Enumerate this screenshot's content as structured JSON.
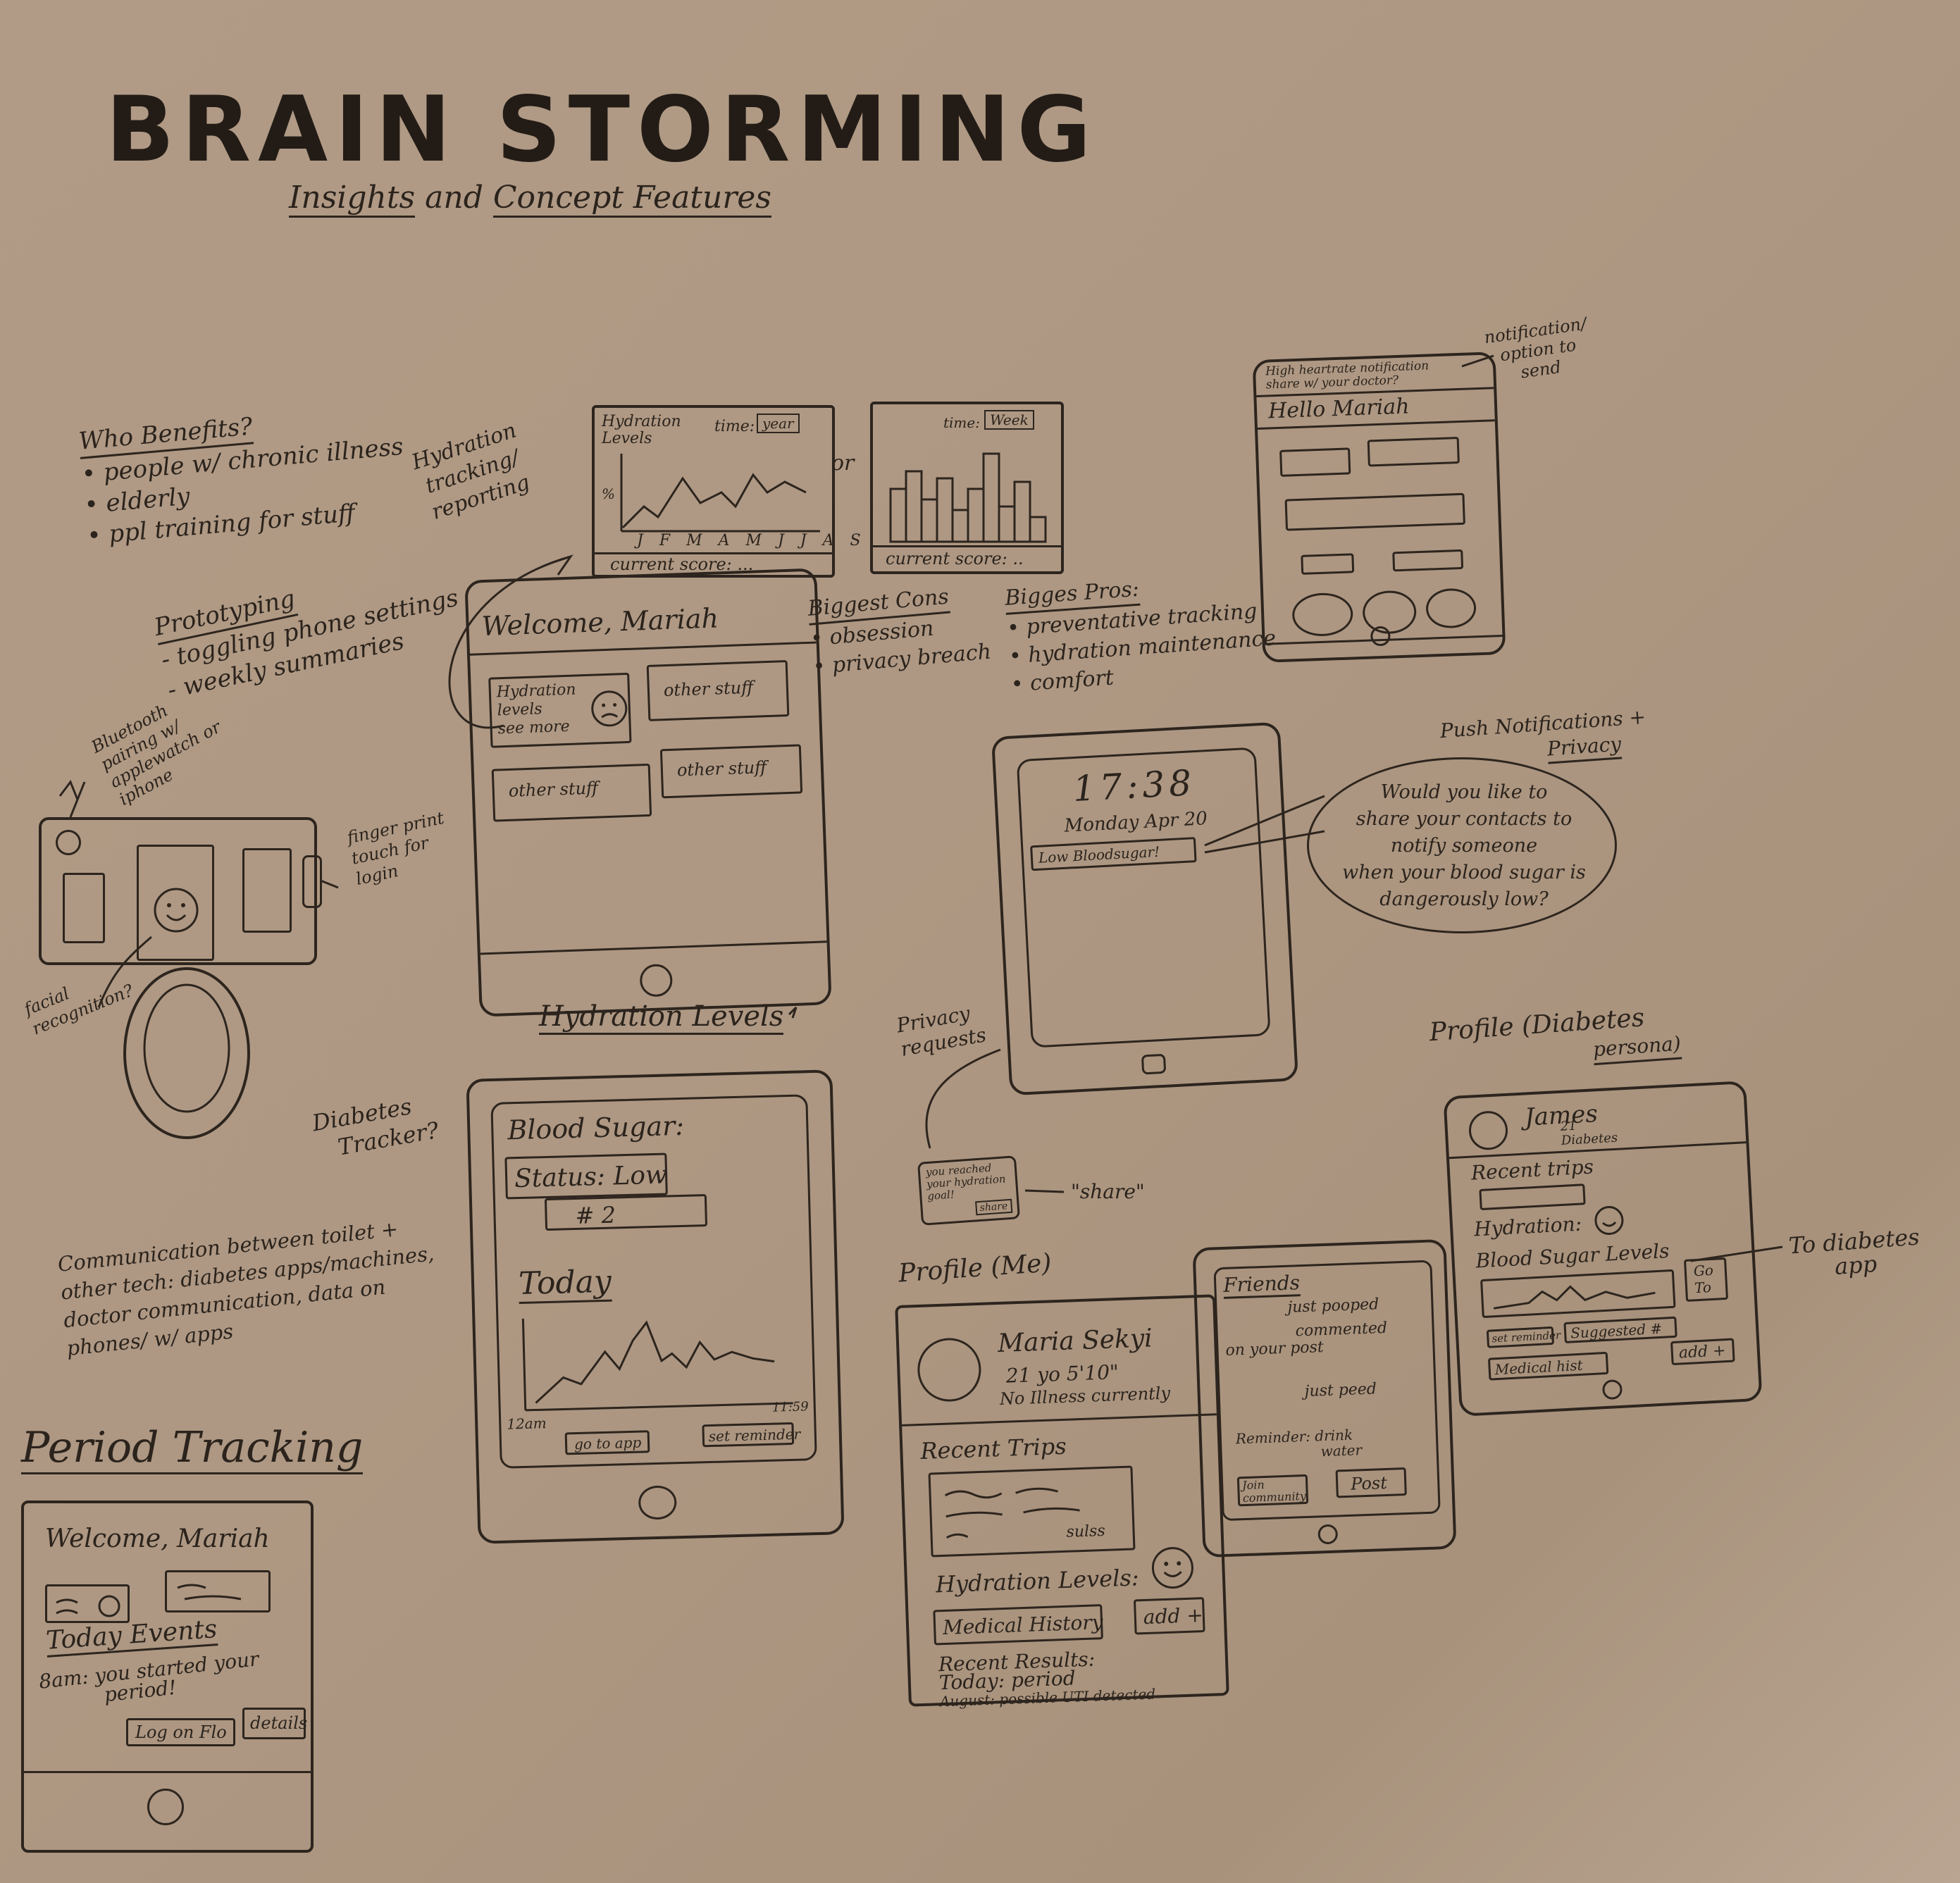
{
  "title": "BRAIN STORMING",
  "subtitle": {
    "insights": "Insights",
    "and": "and",
    "concept": "Concept Features"
  },
  "who_benefits": {
    "heading": "Who Benefits?",
    "items": [
      "• people w/ chronic illness",
      "• elderly",
      "• ppl training for stuff"
    ]
  },
  "prototyping": {
    "heading": "Prototyping",
    "items": [
      "- toggling phone settings",
      "- weekly summaries"
    ]
  },
  "hydration_tracking_note": [
    "Hydration",
    "tracking/",
    "reporting"
  ],
  "chart_year": {
    "label": [
      "Hydration",
      "Levels"
    ],
    "time_label": "time:",
    "time_value": "year",
    "months": "J F M A M J J A S",
    "y_tick": "%",
    "score": "current score: ..."
  },
  "or_text": "or",
  "chart_week": {
    "time_label": "time:",
    "time_value": "Week",
    "score": "current score: .."
  },
  "welcome_screen": {
    "greeting": "Welcome, Mariah",
    "hydration_card": [
      "Hydration",
      "levels",
      "see more"
    ],
    "other_1": "other stuff",
    "other_2": "other stuff",
    "other_3": "other stuff",
    "caption": "Hydration Levels"
  },
  "biggest_cons": {
    "heading": "Biggest Cons",
    "items": [
      "• obsession",
      "• privacy breach"
    ]
  },
  "biggest_pros": {
    "heading": "Bigges Pros:",
    "items": [
      "• preventative tracking",
      "• hydration maintenance",
      "• comfort"
    ]
  },
  "hello_screen": {
    "banner": [
      "High heartrate notification",
      "share w/ your doctor?"
    ],
    "greeting": "Hello Mariah",
    "note": [
      "notification/",
      "option to",
      "send"
    ]
  },
  "lock_screen": {
    "time": "17:38",
    "date": "Monday Apr 20",
    "alert": "Low Bloodsugar!",
    "section_label": [
      "Push Notifications +",
      "Privacy"
    ],
    "bubble": [
      "Would you like to",
      "share your contacts to",
      "notify someone",
      "when your blood sugar is",
      "dangerously low?"
    ]
  },
  "toilet": {
    "bluetooth_note": [
      "Bluetooth",
      "pairing w/",
      "applewatch or",
      "iphone"
    ],
    "fingerprint_note": [
      "finger print",
      "touch for",
      "login"
    ],
    "facial_note": [
      "facial",
      "recognition?"
    ]
  },
  "diabetes_tracker_note": [
    "Diabetes",
    "Tracker?"
  ],
  "communication_note": [
    "Communication between toilet +",
    "other tech: diabetes apps/machines,",
    "doctor communication, data on",
    "phones/ w/ apps"
  ],
  "blood_sugar_screen": {
    "title": "Blood Sugar:",
    "status": "Status: Low",
    "number": "# 2",
    "today": "Today",
    "x_start": "12am",
    "x_end": "11:59",
    "btn_app": "go to app",
    "btn_reminder": "set reminder"
  },
  "privacy_requests": {
    "note": [
      "Privacy",
      "requests"
    ],
    "toast": [
      "you reached",
      "your hydration",
      "goal!"
    ],
    "toast_btn": "share",
    "share_label": "\"share\""
  },
  "profile_me": {
    "heading": "Profile (Me)",
    "name": "Maria Sekyi",
    "details": "21 yo 5'10\"",
    "health": "No Illness currently",
    "recent_trips": "Recent Trips",
    "trip_note": "sulss",
    "hydration": "Hydration Levels:",
    "medical": "Medical History",
    "add": "add +",
    "results_heading": "Recent Results:",
    "result_1": "Today: period",
    "result_2": "August: possible UTI detected"
  },
  "friends_screen": {
    "heading": "Friends",
    "item_1": "just pooped",
    "item_2": [
      "commented",
      "on your post"
    ],
    "item_3": "just peed",
    "item_4": [
      "Reminder: drink",
      "water"
    ],
    "btn_join": [
      "Join",
      "community"
    ],
    "btn_post": "Post"
  },
  "profile_diabetes": {
    "heading": "Profile (Diabetes",
    "heading_2": "persona)",
    "name": "James",
    "details": [
      "21",
      "Diabetes"
    ],
    "recent_trips": "Recent trips",
    "hydration": "Hydration:",
    "blood_sugar": "Blood Sugar Levels",
    "go_to": [
      "Go",
      "To"
    ],
    "set_reminder": "set reminder",
    "suggested": "Suggested #",
    "medical": "Medical hist",
    "add": "add +",
    "note": [
      "To diabetes",
      "app"
    ]
  },
  "period_tracking": {
    "heading": "Period Tracking",
    "greeting": "Welcome, Mariah",
    "today_events": "Today Events",
    "event": [
      "8am: you started your",
      "period!"
    ],
    "btn_log": "Log on Flo",
    "btn_details": "details"
  }
}
